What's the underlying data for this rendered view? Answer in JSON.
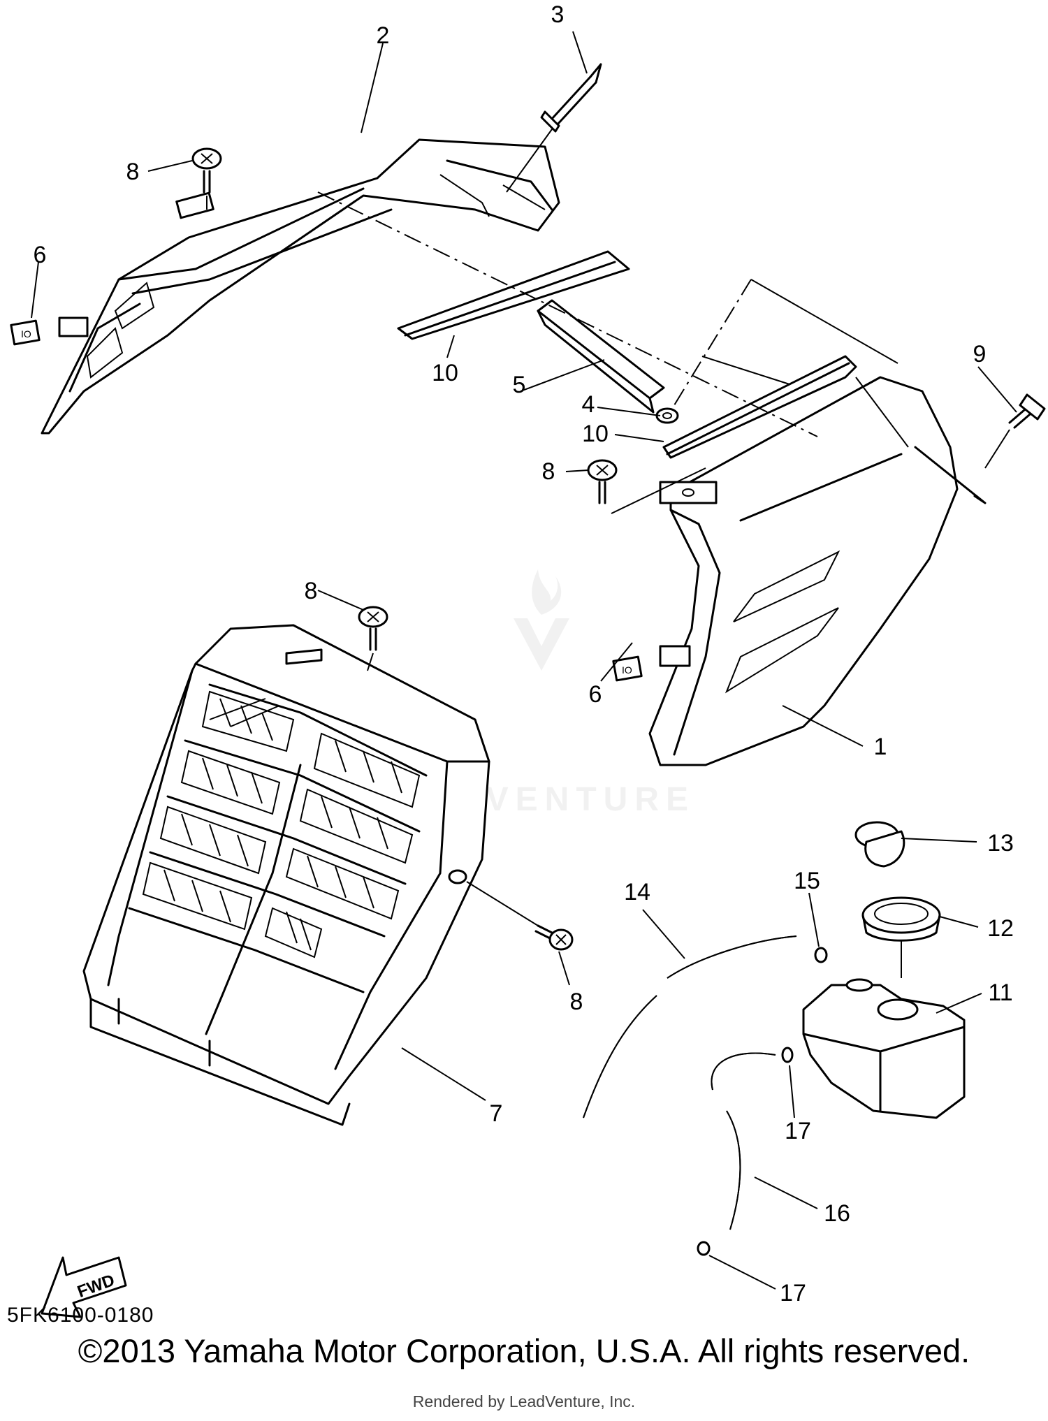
{
  "diagram": {
    "callouts": [
      {
        "id": "1",
        "label": "1"
      },
      {
        "id": "2",
        "label": "2"
      },
      {
        "id": "3",
        "label": "3"
      },
      {
        "id": "4",
        "label": "4"
      },
      {
        "id": "5",
        "label": "5"
      },
      {
        "id": "6a",
        "label": "6"
      },
      {
        "id": "6b",
        "label": "6"
      },
      {
        "id": "7",
        "label": "7"
      },
      {
        "id": "8a",
        "label": "8"
      },
      {
        "id": "8b",
        "label": "8"
      },
      {
        "id": "8c",
        "label": "8"
      },
      {
        "id": "8d",
        "label": "8"
      },
      {
        "id": "9",
        "label": "9"
      },
      {
        "id": "10a",
        "label": "10"
      },
      {
        "id": "10b",
        "label": "10"
      },
      {
        "id": "11",
        "label": "11"
      },
      {
        "id": "12",
        "label": "12"
      },
      {
        "id": "13",
        "label": "13"
      },
      {
        "id": "14",
        "label": "14"
      },
      {
        "id": "15",
        "label": "15"
      },
      {
        "id": "16",
        "label": "16"
      },
      {
        "id": "17a",
        "label": "17"
      },
      {
        "id": "17b",
        "label": "17"
      }
    ],
    "fwd_label": "FWD",
    "watermark": "LEADVENTURE",
    "code": "5FK6100-0180"
  },
  "footer": {
    "copyright": "©2013 Yamaha Motor Corporation, U.S.A. All rights reserved.",
    "rendered_by": "Rendered by LeadVenture, Inc."
  },
  "colors": {
    "line": "#000000",
    "background": "#ffffff",
    "watermark": "#e6e6e6"
  }
}
